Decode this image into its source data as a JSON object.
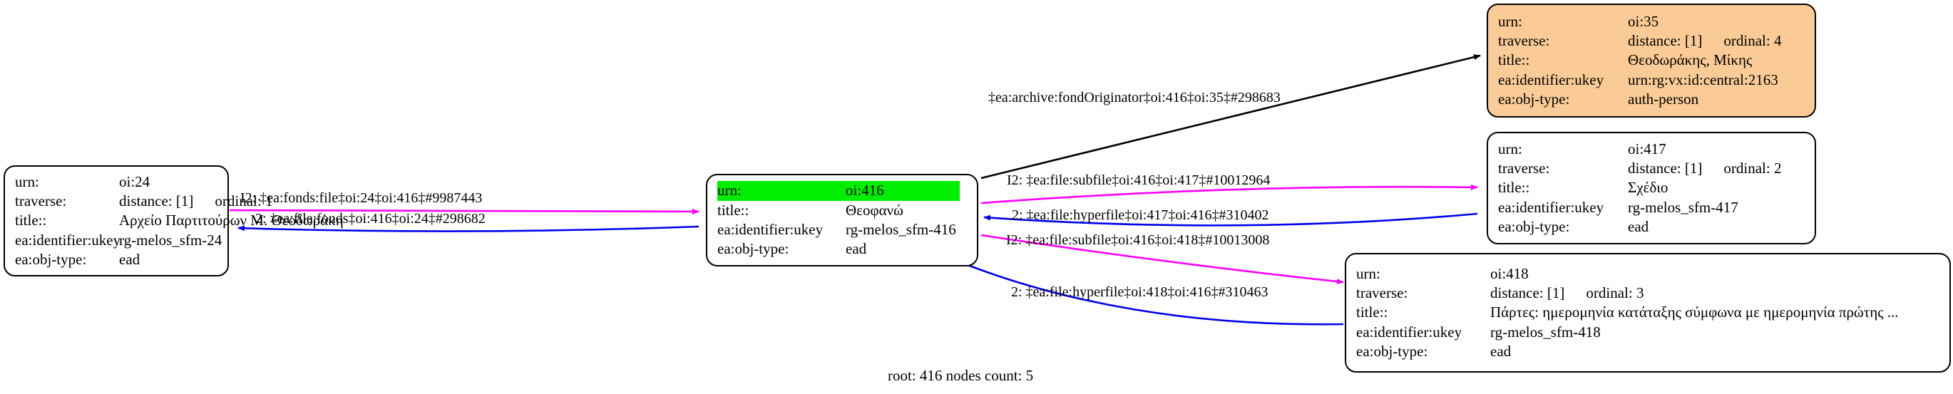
{
  "graph": {
    "caption": "root: 416 nodes count: 5",
    "colors": {
      "highlight_green": "#00ee00",
      "node_orange": "#facb96",
      "edge_magenta": "#ff00ff",
      "edge_blue": "#0000ee",
      "edge_black": "#000000",
      "node_border": "#000000",
      "background": "#ffffff"
    },
    "nodes": [
      {
        "id": "oi24",
        "rows": [
          {
            "key": "urn:",
            "value": "oi:24"
          },
          {
            "key": "traverse:",
            "value": "distance: [1]",
            "value2": "ordinal: 1"
          },
          {
            "key": "title::",
            "value": "Αρχείο Παρτιτούρων Μ. Θεοδωράκη"
          },
          {
            "key": "ea:identifier:ukey",
            "value": "rg-melos_sfm-24"
          },
          {
            "key": "ea:obj-type:",
            "value": "ead"
          }
        ]
      },
      {
        "id": "oi416",
        "rows": [
          {
            "key": "urn:",
            "value": "oi:416"
          },
          {
            "key": "title::",
            "value": "Θεοφανώ"
          },
          {
            "key": "ea:identifier:ukey",
            "value": "rg-melos_sfm-416"
          },
          {
            "key": "ea:obj-type:",
            "value": "ead"
          }
        ]
      },
      {
        "id": "oi35",
        "rows": [
          {
            "key": "urn:",
            "value": "oi:35"
          },
          {
            "key": "traverse:",
            "value": "distance: [1]",
            "value2": "ordinal: 4"
          },
          {
            "key": "title::",
            "value": "Θεοδωράκης, Μίκης"
          },
          {
            "key": "ea:identifier:ukey",
            "value": "urn:rg:vx:id:central:2163"
          },
          {
            "key": "ea:obj-type:",
            "value": "auth-person"
          }
        ]
      },
      {
        "id": "oi417",
        "rows": [
          {
            "key": "urn:",
            "value": "oi:417"
          },
          {
            "key": "traverse:",
            "value": "distance: [1]",
            "value2": "ordinal: 2"
          },
          {
            "key": "title::",
            "value": "Σχέδιο"
          },
          {
            "key": "ea:identifier:ukey",
            "value": "rg-melos_sfm-417"
          },
          {
            "key": "ea:obj-type:",
            "value": "ead"
          }
        ]
      },
      {
        "id": "oi418",
        "rows": [
          {
            "key": "urn:",
            "value": "oi:418"
          },
          {
            "key": "traverse:",
            "value": "distance: [1]",
            "value2": "ordinal: 3"
          },
          {
            "key": "title::",
            "value": "Πάρτες: ημερομηνία κατάταξης σύμφωνα με ημερομηνία πρώτης ..."
          },
          {
            "key": "ea:identifier:ukey",
            "value": "rg-melos_sfm-418"
          },
          {
            "key": "ea:obj-type:",
            "value": "ead"
          }
        ]
      }
    ],
    "edges": [
      {
        "id": "e1",
        "label": "I2: ‡ea:fonds:file‡oi:24‡oi:416‡#9987443",
        "color": "#ff00ff"
      },
      {
        "id": "e2",
        "label": "2: ‡ea:file:fonds‡oi:416‡oi:24‡#298682",
        "color": "#0000ee"
      },
      {
        "id": "e3",
        "label": "‡ea:archive:fondOriginator‡oi:416‡oi:35‡#298683",
        "color": "#000000"
      },
      {
        "id": "e4",
        "label": "I2: ‡ea:file:subfile‡oi:416‡oi:417‡#10012964",
        "color": "#ff00ff"
      },
      {
        "id": "e5",
        "label": "2: ‡ea:file:hyperfile‡oi:417‡oi:416‡#310402",
        "color": "#0000ee"
      },
      {
        "id": "e6",
        "label": "I2: ‡ea:file:subfile‡oi:416‡oi:418‡#10013008",
        "color": "#ff00ff"
      },
      {
        "id": "e7",
        "label": "2: ‡ea:file:hyperfile‡oi:418‡oi:416‡#310463",
        "color": "#ff00ff"
      }
    ]
  }
}
